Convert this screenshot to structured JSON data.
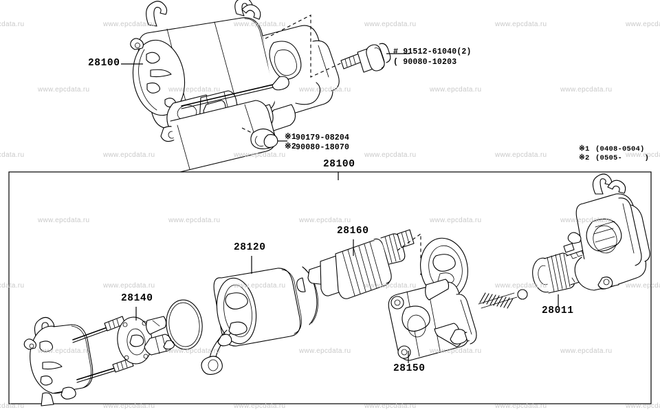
{
  "document": {
    "type": "parts-catalog-illustration",
    "subject": "Starter assembly exploded view",
    "watermark_text": "www.epcdata.ru",
    "background_color": "#ffffff",
    "line_color": "#000000",
    "watermark_color": "#c9c9c9"
  },
  "top_view": {
    "assembly_label": "28100",
    "bolt_callout": {
      "line1": "# 91512-61040(2)",
      "line2": "( 90080-10203"
    },
    "plug_callout": {
      "line1_mark": "※1",
      "line1_number": "90179-08204",
      "line2_mark": "※2",
      "line2_number": "90080-18070"
    }
  },
  "legend": {
    "entries": [
      {
        "mark": "※1",
        "range": "(0408-0504)"
      },
      {
        "mark": "※2",
        "range": "(0505-     )"
      }
    ]
  },
  "exploded_view": {
    "group_label": "28100",
    "parts": [
      {
        "number": "28140",
        "name": "brush-holder"
      },
      {
        "number": "28120",
        "name": "field-frame-yoke"
      },
      {
        "number": "28160",
        "name": "armature"
      },
      {
        "number": "28150",
        "name": "magnetic-switch"
      },
      {
        "number": "28011",
        "name": "overrunning-clutch"
      }
    ]
  }
}
